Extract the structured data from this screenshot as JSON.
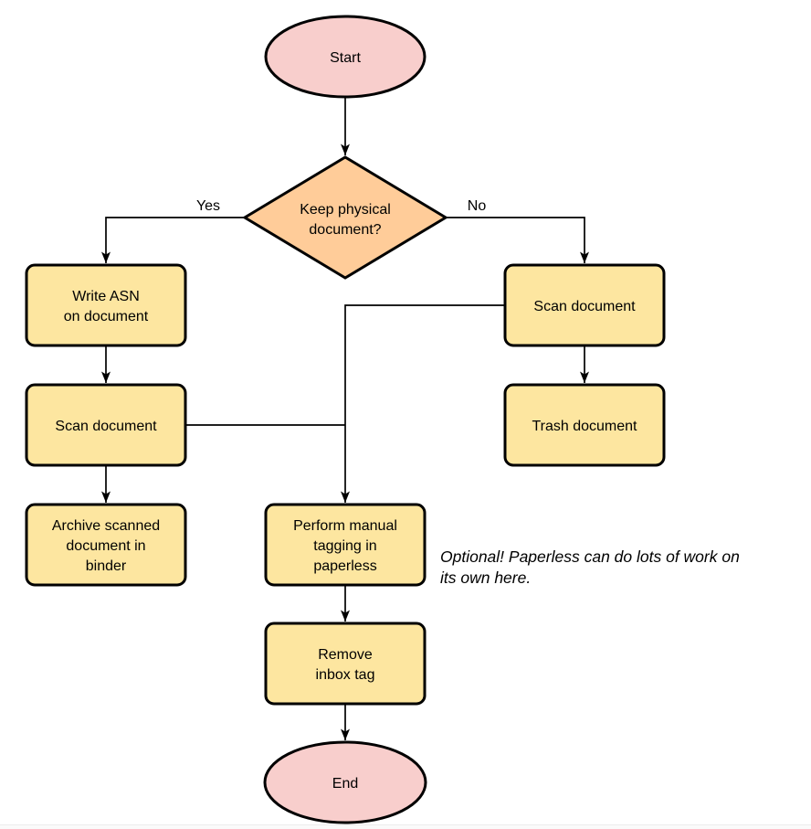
{
  "diagram": {
    "type": "flowchart",
    "colors": {
      "background": "#FFFFFF",
      "terminator_fill": "#F8CECC",
      "decision_fill": "#FFCC99",
      "process_fill": "#FDE6A0",
      "stroke": "#000000",
      "footer_strip": "#FAFAFA",
      "footer_line": "#ECECEC"
    },
    "nodes": {
      "start": {
        "shape": "terminator",
        "label": "Start"
      },
      "decision": {
        "shape": "decision",
        "line1": "Keep physical",
        "line2": "document?"
      },
      "write_asn": {
        "shape": "process",
        "line1": "Write ASN",
        "line2": "on document"
      },
      "scan_left": {
        "shape": "process",
        "label": "Scan document"
      },
      "archive": {
        "shape": "process",
        "line1": "Archive scanned",
        "line2": "document in",
        "line3": "binder"
      },
      "scan_right": {
        "shape": "process",
        "label": "Scan document"
      },
      "trash": {
        "shape": "process",
        "label": "Trash document"
      },
      "tagging": {
        "shape": "process",
        "line1": "Perform manual",
        "line2": "tagging in",
        "line3": "paperless"
      },
      "remove_inbox": {
        "shape": "process",
        "line1": "Remove",
        "line2": "inbox tag"
      },
      "end": {
        "shape": "terminator",
        "label": "End"
      }
    },
    "edge_labels": {
      "yes": "Yes",
      "no": "No"
    },
    "note": {
      "line1": "Optional! Paperless can do lots of work on",
      "line2": "its own here."
    }
  }
}
